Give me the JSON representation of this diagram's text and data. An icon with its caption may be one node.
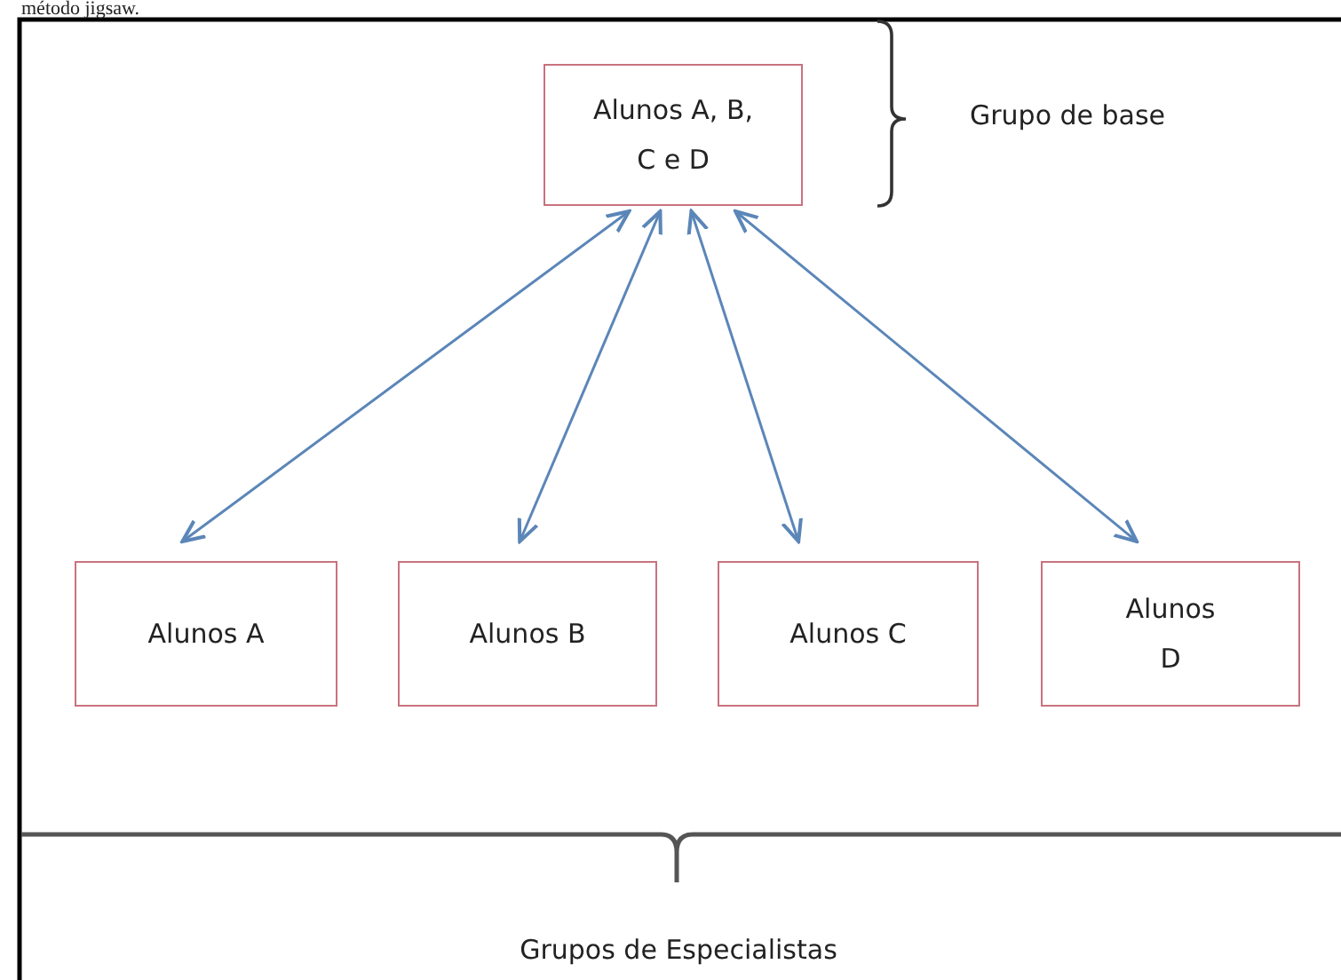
{
  "diagram": {
    "nodes": [
      {
        "text": [
          "Alunos A, B, C e D"
        ]
      },
      {
        "text": [
          "Alunos A"
        ]
      },
      {
        "text": [
          "Alunos B"
        ]
      },
      {
        "text": [
          "Alunos C"
        ]
      },
      {
        "text": [
          "Alunos D"
        ]
      }
    ],
    "edges": [
      {
        "from": 0,
        "to": 1,
        "arrow": "both"
      },
      {
        "from": 0,
        "to": 2,
        "arrow": "both"
      },
      {
        "from": 0,
        "to": 3,
        "arrow": "both"
      },
      {
        "from": 0,
        "to": 4,
        "arrow": "both"
      }
    ],
    "labels": [
      "método jigsaw.",
      "Grupo de base",
      "Grupos de Especialistas"
    ]
  }
}
